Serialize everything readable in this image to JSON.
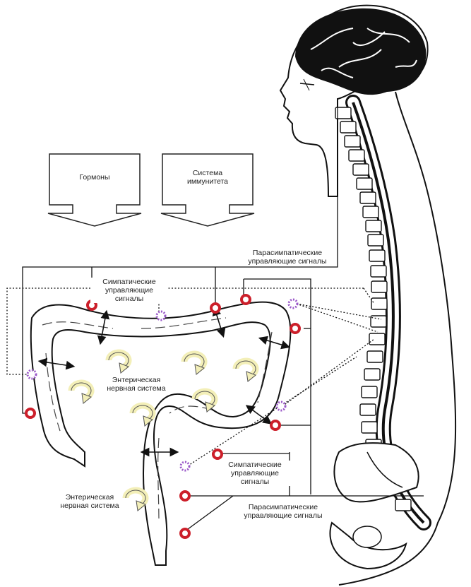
{
  "boxes": {
    "hormones": "Гормоны",
    "immunity": [
      "Система",
      "иммунитета"
    ]
  },
  "labels": {
    "parasympathetic_top": [
      "Парасимпатические",
      "управляющие сигналы"
    ],
    "sympathetic_top": [
      "Симпатические",
      "управляющие",
      "сигналы"
    ],
    "enteric_center": [
      "Энтерическая",
      "нервная система"
    ],
    "sympathetic_bottom": [
      "Симпатические",
      "управляющие",
      "сигналы"
    ],
    "enteric_left": [
      "Энтерическая",
      "нервная система"
    ],
    "parasympathetic_bottom": [
      "Парасимпатические",
      "управляющие сигналы"
    ]
  },
  "colors": {
    "ink": "#111111",
    "sympathetic_marker": "#cc1f2a",
    "parasympathetic_marker": "#9b59c9",
    "enteric_arrow": "#f3efb8",
    "box_outline": "#222222"
  }
}
